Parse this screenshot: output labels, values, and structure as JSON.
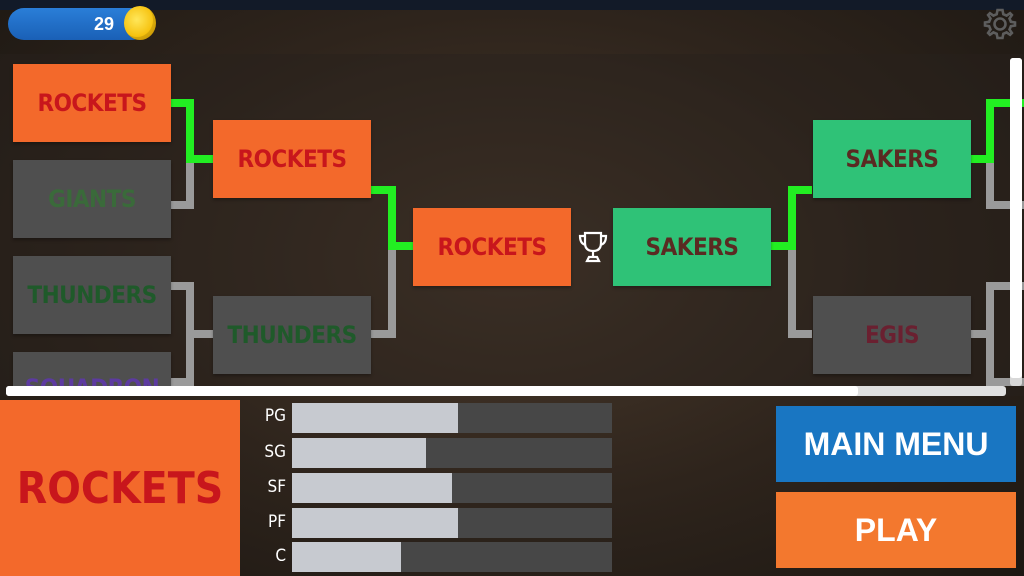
{
  "coins": "29",
  "bracket": {
    "left_round1": [
      {
        "name": "ROCKETS",
        "color": "#c8161c",
        "state": "winner"
      },
      {
        "name": "GIANTS",
        "color": "#3a6a3a",
        "state": "eliminated"
      },
      {
        "name": "THUNDERS",
        "color": "#1f5a2a",
        "state": "eliminated"
      },
      {
        "name": "SQUADRON",
        "color": "#5c3aa0",
        "state": "eliminated"
      }
    ],
    "left_round2": [
      {
        "name": "ROCKETS",
        "color": "#c8161c",
        "state": "winner"
      },
      {
        "name": "THUNDERS",
        "color": "#1f5a2a",
        "state": "eliminated"
      }
    ],
    "left_final": {
      "name": "ROCKETS",
      "color": "#c8161c",
      "state": "winner"
    },
    "right_final": {
      "name": "SAKERS",
      "color": "#5a2a22",
      "state": "winner"
    },
    "right_round2": [
      {
        "name": "SAKERS",
        "color": "#5a2a22",
        "state": "winner"
      },
      {
        "name": "EGIS",
        "color": "#6a2030",
        "state": "eliminated"
      }
    ]
  },
  "selected_team": {
    "name": "ROCKETS",
    "color": "#c8161c",
    "bg": "#f3692b"
  },
  "stats": [
    {
      "label": "PG",
      "value": 0.52
    },
    {
      "label": "SG",
      "value": 0.42
    },
    {
      "label": "SF",
      "value": 0.5
    },
    {
      "label": "PF",
      "value": 0.52
    },
    {
      "label": "C",
      "value": 0.34
    }
  ],
  "buttons": {
    "main_menu": "MAIN MENU",
    "play": "PLAY"
  },
  "colors": {
    "winner_line": "#22ee22",
    "loser_line": "#9a9a9a"
  }
}
